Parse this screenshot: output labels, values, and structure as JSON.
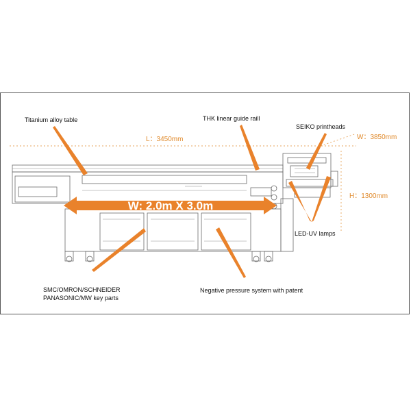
{
  "colors": {
    "accent": "#e9822b",
    "dimension_text": "#e0892a",
    "line": "#6a6a6a"
  },
  "labels": {
    "titanium_table": "Titanium alloy table",
    "guide_rail": "THK linear guide raill",
    "printheads": "SEIKO printheads",
    "led_uv": "LED-UV lamps",
    "key_parts_line1": "SMC/OMRON/SCHNEIDER",
    "key_parts_line2": "PANASONIC/MW key parts",
    "negative_pressure": "Negative pressure system with patent"
  },
  "dimensions": {
    "length": "L：3450mm",
    "width": "W：3850mm",
    "height": "H：1300mm",
    "print_area": "W: 2.0m X 3.0m"
  }
}
